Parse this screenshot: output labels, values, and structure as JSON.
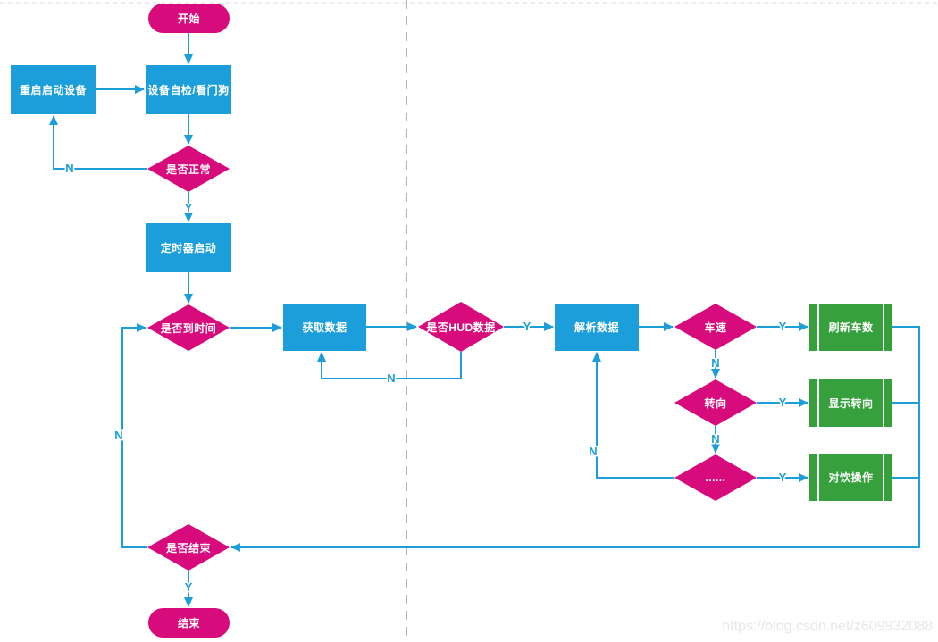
{
  "diagram": {
    "nodes": {
      "start": "开始",
      "restart_device": "重启启动设备",
      "device_check": "设备自检/看门狗",
      "is_normal": "是否正常",
      "timer_start": "定时器启动",
      "is_time_reached": "是否到时间",
      "fetch_data": "获取数据",
      "is_hud_data": "是否HUD数据",
      "parse_data": "解析数据",
      "speed": "车速",
      "refresh_speed": "刷新车数",
      "turning": "转向",
      "show_turning": "显示转向",
      "other_cases": "......",
      "corresponding_action": "对饮操作",
      "is_finished": "是否结束",
      "end": "结束"
    },
    "edge_labels": {
      "is_normal_no": "N",
      "is_normal_yes": "Y",
      "is_hud_yes": "Y",
      "is_hud_no": "N",
      "speed_yes": "Y",
      "speed_no": "N",
      "turning_yes": "Y",
      "turning_no": "N",
      "other_yes": "Y",
      "other_no": "N",
      "is_finished_no": "N",
      "is_finished_yes": "Y"
    },
    "edges": [
      {
        "from": "start",
        "to": "device_check"
      },
      {
        "from": "restart_device",
        "to": "device_check"
      },
      {
        "from": "device_check",
        "to": "is_normal"
      },
      {
        "from": "is_normal",
        "to": "restart_device",
        "label": "N"
      },
      {
        "from": "is_normal",
        "to": "timer_start",
        "label": "Y"
      },
      {
        "from": "timer_start",
        "to": "is_time_reached"
      },
      {
        "from": "is_time_reached",
        "to": "fetch_data"
      },
      {
        "from": "fetch_data",
        "to": "is_hud_data"
      },
      {
        "from": "is_hud_data",
        "to": "parse_data",
        "label": "Y"
      },
      {
        "from": "is_hud_data",
        "to": "fetch_data",
        "label": "N"
      },
      {
        "from": "parse_data",
        "to": "speed"
      },
      {
        "from": "speed",
        "to": "refresh_speed",
        "label": "Y"
      },
      {
        "from": "speed",
        "to": "turning",
        "label": "N"
      },
      {
        "from": "turning",
        "to": "show_turning",
        "label": "Y"
      },
      {
        "from": "turning",
        "to": "other_cases",
        "label": "N"
      },
      {
        "from": "other_cases",
        "to": "corresponding_action",
        "label": "Y"
      },
      {
        "from": "other_cases",
        "to": "parse_data",
        "label": "N"
      },
      {
        "from": "refresh_speed",
        "to": "is_finished"
      },
      {
        "from": "show_turning",
        "to": "is_finished"
      },
      {
        "from": "corresponding_action",
        "to": "is_finished"
      },
      {
        "from": "is_finished",
        "to": "is_time_reached",
        "label": "N"
      },
      {
        "from": "is_finished",
        "to": "end",
        "label": "Y"
      }
    ],
    "colors": {
      "process_fill": "#1b9ed9",
      "decision_fill": "#d80b7d",
      "terminator_fill": "#d80b7d",
      "subroutine_fill": "#35a03c",
      "connector": "#1b9ed9"
    }
  },
  "watermark": "https://blog.csdn.net/z609932088"
}
